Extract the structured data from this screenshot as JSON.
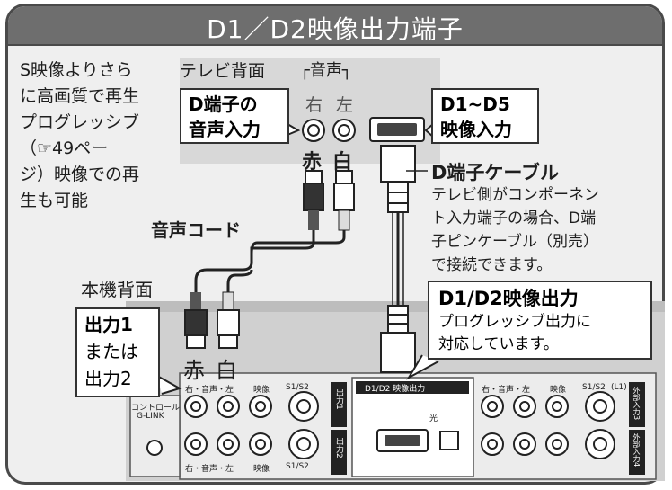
{
  "title": "D1／D2映像出力端子",
  "note": {
    "lines": [
      "S映像よりさら",
      "に高画質で再生",
      "プログレッシブ",
      "（☞49ペー",
      "ジ）映像での再",
      "生も可能"
    ]
  },
  "tv_back": {
    "label": "テレビ背面",
    "audio_header": "音声",
    "right": "右",
    "left": "左",
    "red": "赤",
    "white": "白",
    "d_audio_in": [
      "D端子の",
      "音声入力"
    ],
    "d_video_in": [
      "D1~D5",
      "映像入力"
    ]
  },
  "d_cable": {
    "label": "D端子ケーブル",
    "note": [
      "テレビ側がコンポーネン",
      "ト入力端子の場合、D端",
      "子ピンケーブル（別売）",
      "で接続できます。"
    ]
  },
  "audio_cord": "音声コード",
  "unit_back": {
    "label": "本機背面",
    "output_box": [
      "出力1",
      "または",
      "出力2"
    ],
    "red": "赤",
    "white": "白",
    "d_output": {
      "title": "D1/D2映像出力",
      "note": [
        "プログレッシブ出力に",
        "対応しています。"
      ]
    },
    "panel": {
      "control": "コントロール",
      "glink": "G-LINK",
      "audio_lr": "右・音声・左",
      "video": "映像",
      "s1s2": "S1/S2",
      "s_video": "映像",
      "out1": "出力1",
      "out2": "出力2",
      "d1d2": "D1/D2 映像出力",
      "optical": "光",
      "ext_in3": "外部入力3",
      "ext_in4": "外部入力4",
      "l1": "(L1)"
    }
  }
}
